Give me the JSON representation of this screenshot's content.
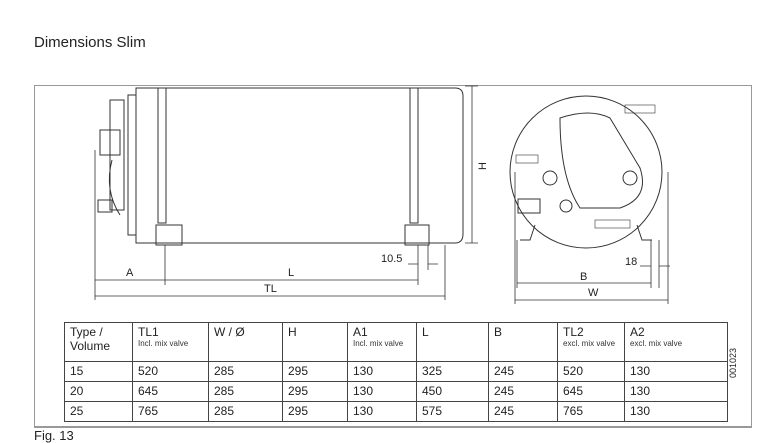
{
  "title": "Dimensions Slim",
  "labels": {
    "A": "A",
    "L": "L",
    "TL": "TL",
    "d105": "10.5",
    "H": "H",
    "B": "B",
    "W": "W",
    "d18": "18"
  },
  "table": {
    "headers": [
      {
        "main": "Type / Volume",
        "sub": ""
      },
      {
        "main": "TL1",
        "sub": "Incl. mix valve"
      },
      {
        "main": "W / Ø",
        "sub": ""
      },
      {
        "main": "H",
        "sub": ""
      },
      {
        "main": "A1",
        "sub": "Incl. mix valve"
      },
      {
        "main": "L",
        "sub": ""
      },
      {
        "main": "B",
        "sub": ""
      },
      {
        "main": "TL2",
        "sub": "excl. mix valve"
      },
      {
        "main": "A2",
        "sub": "excl. mix valve"
      }
    ],
    "rows": [
      [
        "15",
        "520",
        "285",
        "295",
        "130",
        "325",
        "245",
        "520",
        "130"
      ],
      [
        "20",
        "645",
        "285",
        "295",
        "130",
        "450",
        "245",
        "645",
        "130"
      ],
      [
        "25",
        "765",
        "285",
        "295",
        "130",
        "575",
        "245",
        "765",
        "130"
      ]
    ]
  },
  "code": "001023",
  "figure": "Fig. 13"
}
